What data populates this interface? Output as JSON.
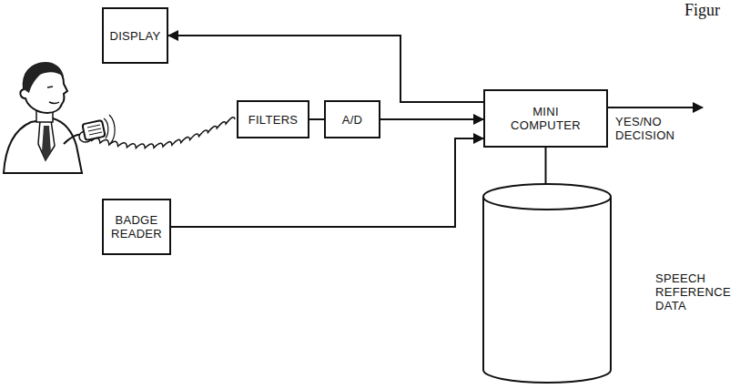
{
  "diagram": {
    "nodes": [
      {
        "text": [
          "DISPLAY"
        ]
      },
      {
        "text": [
          "FILTERS"
        ]
      },
      {
        "text": [
          "A/D"
        ]
      },
      {
        "text": [
          "MINI COMPUTER"
        ]
      },
      {
        "text": [
          "BADGE READER"
        ]
      },
      {
        "text": [
          "SPEECH REFERENCE DATA"
        ]
      }
    ],
    "edges": [
      {
        "from": 1,
        "to": 2,
        "arrow": "none"
      },
      {
        "from": 2,
        "to": 3,
        "arrow": "to"
      },
      {
        "from": 4,
        "to": 3,
        "arrow": "to"
      },
      {
        "from": 3,
        "to": 0,
        "arrow": "to"
      },
      {
        "from": 3,
        "to": 5,
        "arrow": "none"
      }
    ],
    "labels": [
      "YES/NO DECISION",
      "Figur"
    ]
  }
}
